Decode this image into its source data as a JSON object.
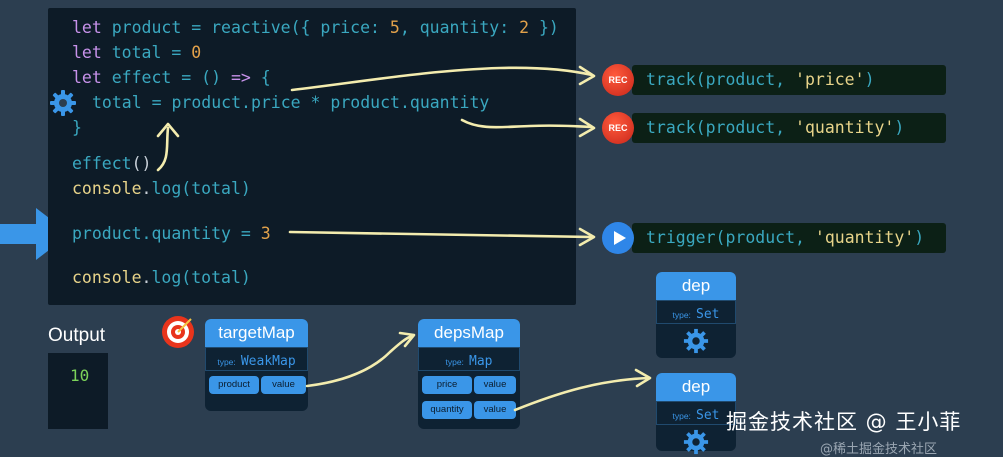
{
  "code": {
    "line1": {
      "kw": "let",
      "a": " product = ",
      "fn": "reactive",
      "b": "({ price: ",
      "n1": "5",
      "c": ", quantity: ",
      "n2": "2",
      "d": " })"
    },
    "line2": {
      "kw": "let",
      "a": " total = ",
      "n": "0"
    },
    "line3": {
      "kw": "let",
      "a": " effect = () ",
      "k2": "=>",
      "b": " {"
    },
    "line4": {
      "a": "total = product.price * product.quantity"
    },
    "line5": {
      "a": "}"
    },
    "line6": {
      "a": "effect",
      "b": "()"
    },
    "line7": {
      "a": "console",
      "b": ".",
      "c": "log",
      "d": "(total)"
    },
    "line8": {
      "a": "product.quantity = ",
      "n": "3"
    },
    "line9": {
      "a": "console",
      "b": ".",
      "c": "log",
      "d": "(total)"
    }
  },
  "output": {
    "label": "Output",
    "value": "10"
  },
  "actions": [
    {
      "badge": "REC",
      "fn": "track",
      "args": "(product, ",
      "str": "'price'",
      "end": ")"
    },
    {
      "badge": "REC",
      "fn": "track",
      "args": "(product, ",
      "str": "'quantity'",
      "end": ")"
    },
    {
      "badge": "play",
      "fn": "trigger",
      "args": "(product, ",
      "str": "'quantity'",
      "end": ")"
    }
  ],
  "targetMap": {
    "title": "targetMap",
    "type_label": "type:",
    "type": "WeakMap",
    "key": "product",
    "value": "value"
  },
  "depsMap": {
    "title": "depsMap",
    "type_label": "type:",
    "type": "Map",
    "rows": [
      {
        "key": "price",
        "value": "value"
      },
      {
        "key": "quantity",
        "value": "value"
      }
    ]
  },
  "dep1": {
    "title": "dep",
    "type_label": "type:",
    "type": "Set"
  },
  "dep2": {
    "title": "dep",
    "type_label": "type:",
    "type": "Set"
  },
  "watermark": {
    "text": "掘金技术社区 @ 王小菲",
    "sub": "@稀土掘金技术社区"
  },
  "colors": {
    "background": "#2c3e50",
    "code_bg": "#0d1b27",
    "accent": "#3a96e8",
    "rec": "#e8341c"
  }
}
